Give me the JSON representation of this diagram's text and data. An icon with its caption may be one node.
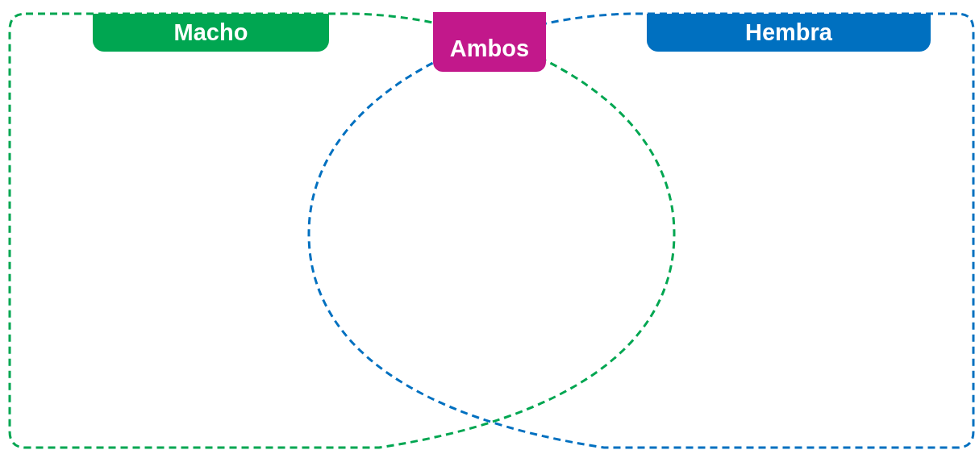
{
  "diagram": {
    "nodes": [
      {
        "text": [
          "Macho"
        ]
      },
      {
        "text": [
          "Hembra"
        ]
      },
      {
        "text": [
          "Ambos"
        ]
      }
    ]
  }
}
